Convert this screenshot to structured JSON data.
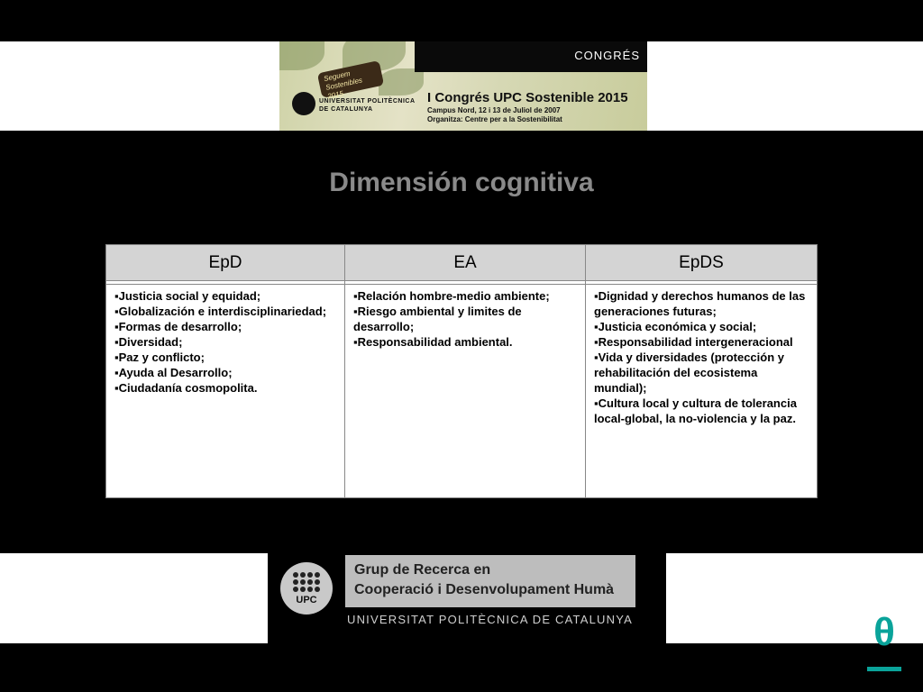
{
  "header": {
    "congres": "CONGRÉS",
    "seguem": "Seguem Sostenibles 2015",
    "university_line1": "UNIVERSITAT POLITÈCNICA",
    "university_line2": "DE CATALUNYA",
    "title": "I Congrés  UPC Sostenible 2015",
    "campus": "Campus Nord, 12 i 13 de Juliol de 2007",
    "organitza": "Organitza: Centre per a la Sostenibilitat"
  },
  "page_title": "Dimensión cognitiva",
  "table": {
    "columns": [
      {
        "header": "EpD",
        "items": [
          "▪Justicia social y equidad;",
          "▪Globalización e interdisciplinariedad;",
          "▪Formas de desarrollo;",
          "▪Diversidad;",
          "▪Paz y conflicto;",
          "▪Ayuda al Desarrollo;",
          "▪Ciudadanía cosmopolita."
        ]
      },
      {
        "header": "EA",
        "items": [
          "▪Relación hombre-medio ambiente;",
          "▪Riesgo ambiental y limites de desarrollo;",
          "▪Responsabilidad ambiental."
        ]
      },
      {
        "header": "EpDS",
        "items": [
          "▪Dignidad y  derechos humanos de las generaciones futuras;",
          "▪Justicia económica y social;",
          "▪Responsabilidad intergeneracional",
          "▪Vida y diversidades (protección y rehabilitación del ecosistema mundial);",
          "▪Cultura local y cultura de tolerancia local-global, la no-violencia y la paz."
        ]
      }
    ]
  },
  "footer": {
    "upc_label": "UPC",
    "group_line1": "Grup de Recerca en",
    "group_line2": "Cooperació i Desenvolupament Humà",
    "university": "UNIVERSITAT POLITÈCNICA DE CATALUNYA"
  },
  "corner_symbol": "θ",
  "colors": {
    "accent": "#0aa39a",
    "title": "#8a8a8a",
    "table_header": "#d4d4d4"
  }
}
